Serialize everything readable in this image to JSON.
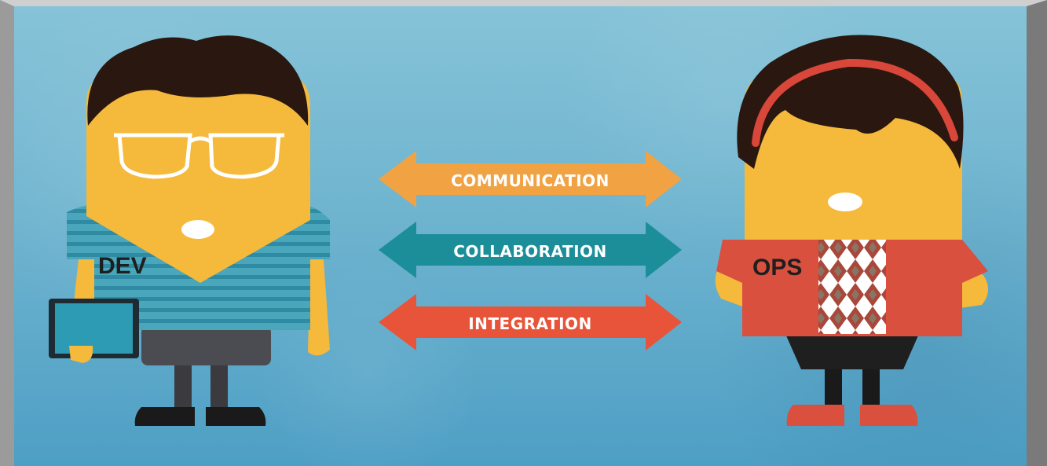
{
  "characters": {
    "dev": {
      "shirt_label": "DEV"
    },
    "ops": {
      "shirt_label": "OPS"
    }
  },
  "arrows": [
    {
      "label": "COMMUNICATION",
      "color": "#f1a243"
    },
    {
      "label": "COLLABORATION",
      "color": "#1c8e99"
    },
    {
      "label": "INTEGRATION",
      "color": "#e8543a"
    }
  ],
  "colors": {
    "skin": "#f5b93b",
    "hair": "#2a1810",
    "dev_shirt": "#3e9bb0",
    "ops_jacket": "#d9503f",
    "headband": "#d9463a"
  }
}
